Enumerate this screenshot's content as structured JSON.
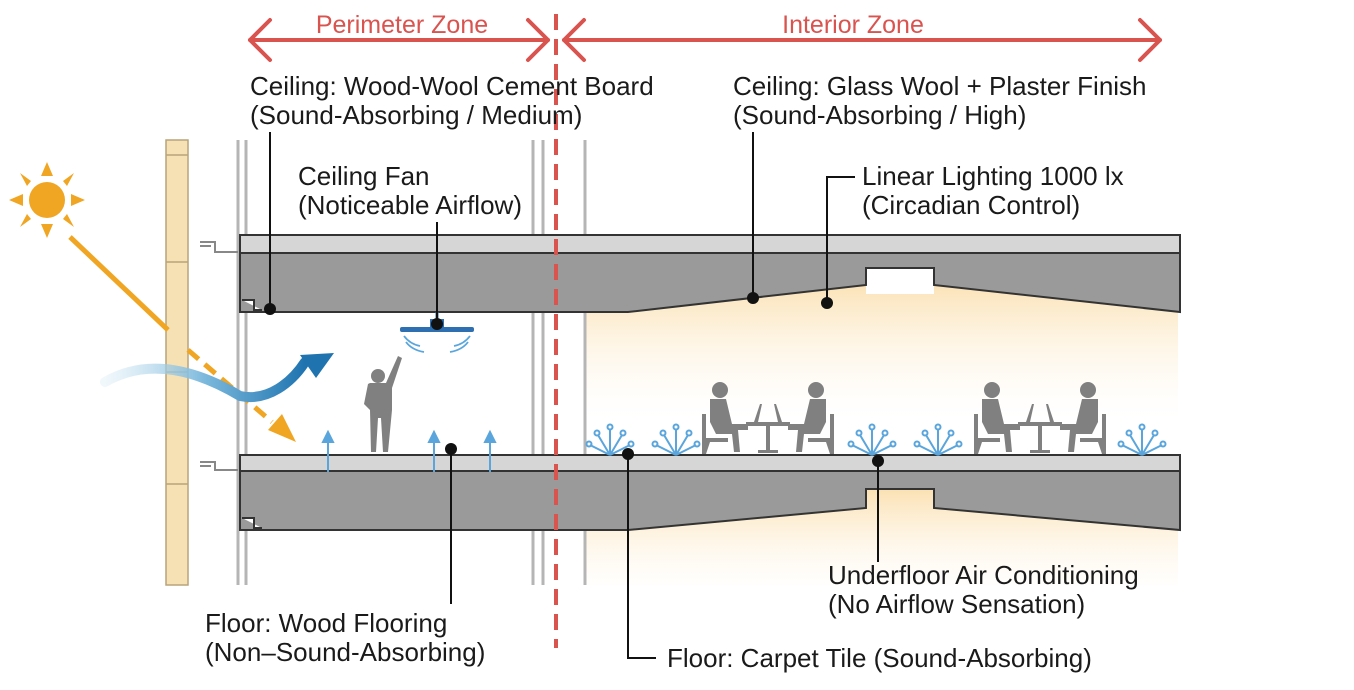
{
  "zones": {
    "perimeter": "Perimeter Zone",
    "interior": "Interior Zone"
  },
  "labels": {
    "ceiling_perimeter": [
      "Ceiling: Wood-Wool Cement Board",
      "(Sound-Absorbing / Medium)"
    ],
    "ceiling_interior": [
      "Ceiling: Glass Wool + Plaster Finish",
      "(Sound-Absorbing / High)"
    ],
    "ceiling_fan": [
      "Ceiling Fan",
      "(Noticeable Airflow)"
    ],
    "lighting": [
      "Linear Lighting 1000 lx",
      "(Circadian Control)"
    ],
    "underfloor_ac": [
      "Underfloor Air Conditioning",
      "(No Airflow Sensation)"
    ],
    "floor_perimeter": [
      "Floor: Wood Flooring",
      "(Non–Sound-Absorbing)"
    ],
    "floor_interior": [
      "Floor: Carpet Tile (Sound-Absorbing)"
    ]
  },
  "colors": {
    "zone_accent": "#d9534f",
    "slab": "#9a9a9a",
    "wall": "#f6e1b5",
    "sun": "#f0a623",
    "wind": "#2278b5",
    "air_vent": "#5aa6dc",
    "interior_glow": "#fdf0d8",
    "people": "#808080"
  },
  "icons": [
    "sun-icon",
    "wind-arrow-icon",
    "ceiling-fan-icon",
    "standing-person-icon",
    "seated-people-icon",
    "floor-air-vent-icon",
    "upward-airflow-icon"
  ]
}
